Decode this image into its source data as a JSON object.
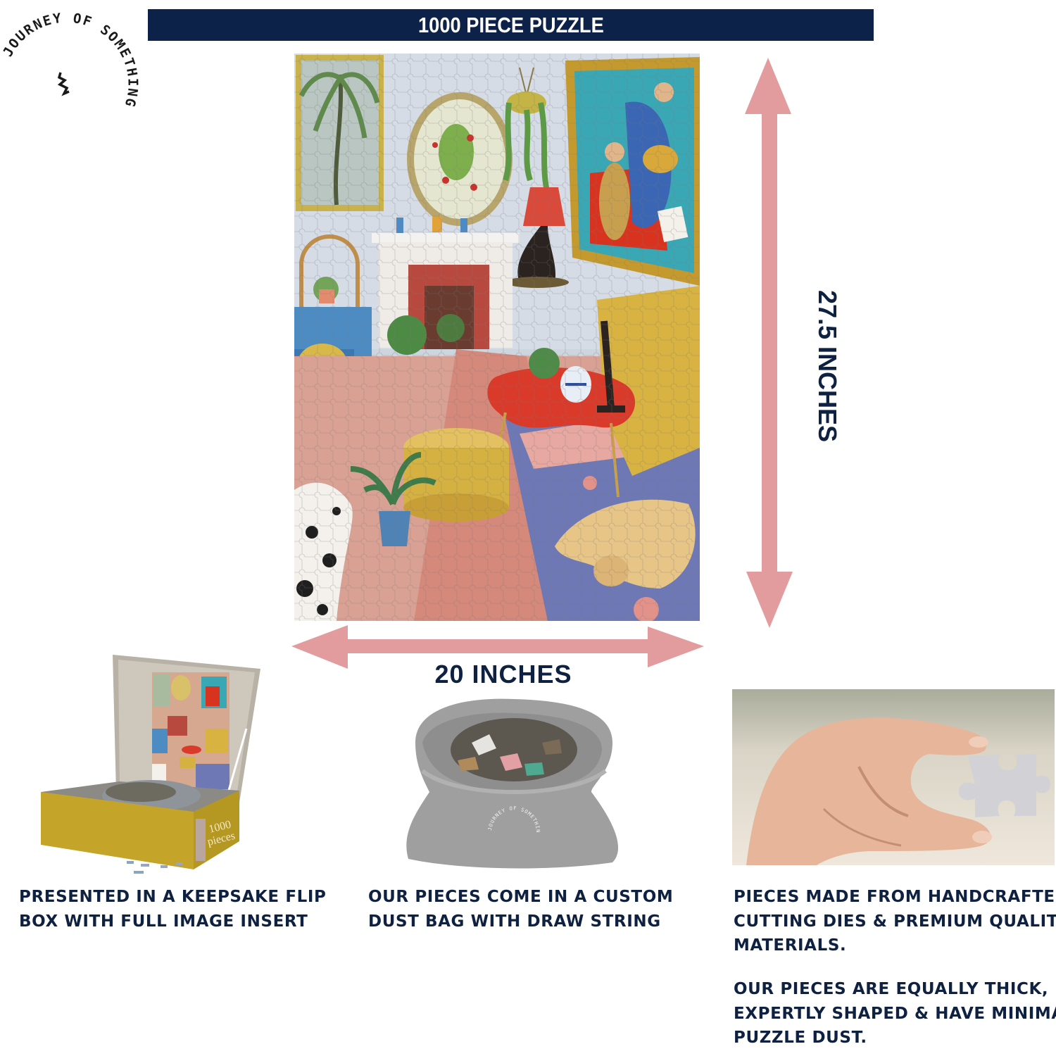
{
  "brand": {
    "logo_text": "JOURNEY OF SOMETHING",
    "logo_icon": "zigzag-mark-icon"
  },
  "banner": {
    "title": "1000 PIECE PUZZLE",
    "background": "#0d2249",
    "text_color": "#ffffff"
  },
  "puzzle_image": {
    "alt": "Assembled 1000-piece jigsaw puzzle of a colorful painted living room with framed art, fireplace, red table, rugs, a dalmatian and a sleeping yellow dog"
  },
  "dimensions": {
    "height_label": "27.5 INCHES",
    "width_label": "20 INCHES",
    "arrow_color": "#e39c9e"
  },
  "features": [
    {
      "image": "keepsake-flip-box",
      "box_label_number": "1000",
      "box_label_word": "pieces",
      "lines": [
        "PRESENTED IN A KEEPSAKE FLIP",
        "BOX WITH FULL IMAGE INSERT"
      ]
    },
    {
      "image": "dust-bag",
      "bag_print": "JOURNEY OF SOMETHING",
      "lines": [
        "OUR PIECES COME IN A CUSTOM",
        "DUST BAG WITH DRAW STRING"
      ]
    },
    {
      "image": "hand-holding-puzzle-piece",
      "lines": [
        "PIECES MADE FROM HANDCRAFTED",
        "CUTTING DIES & PREMIUM QUALITY",
        "MATERIALS."
      ]
    },
    {
      "lines": [
        "OUR PIECES ARE EQUALLY THICK,",
        "EXPERTLY SHAPED & HAVE MINIMAL",
        "PUZZLE DUST."
      ]
    }
  ],
  "colors": {
    "navy": "#0f2140",
    "pink_arrow": "#e39c9e",
    "box_mustard": "#c4a52a",
    "bag_gray": "#9b9b9b"
  }
}
